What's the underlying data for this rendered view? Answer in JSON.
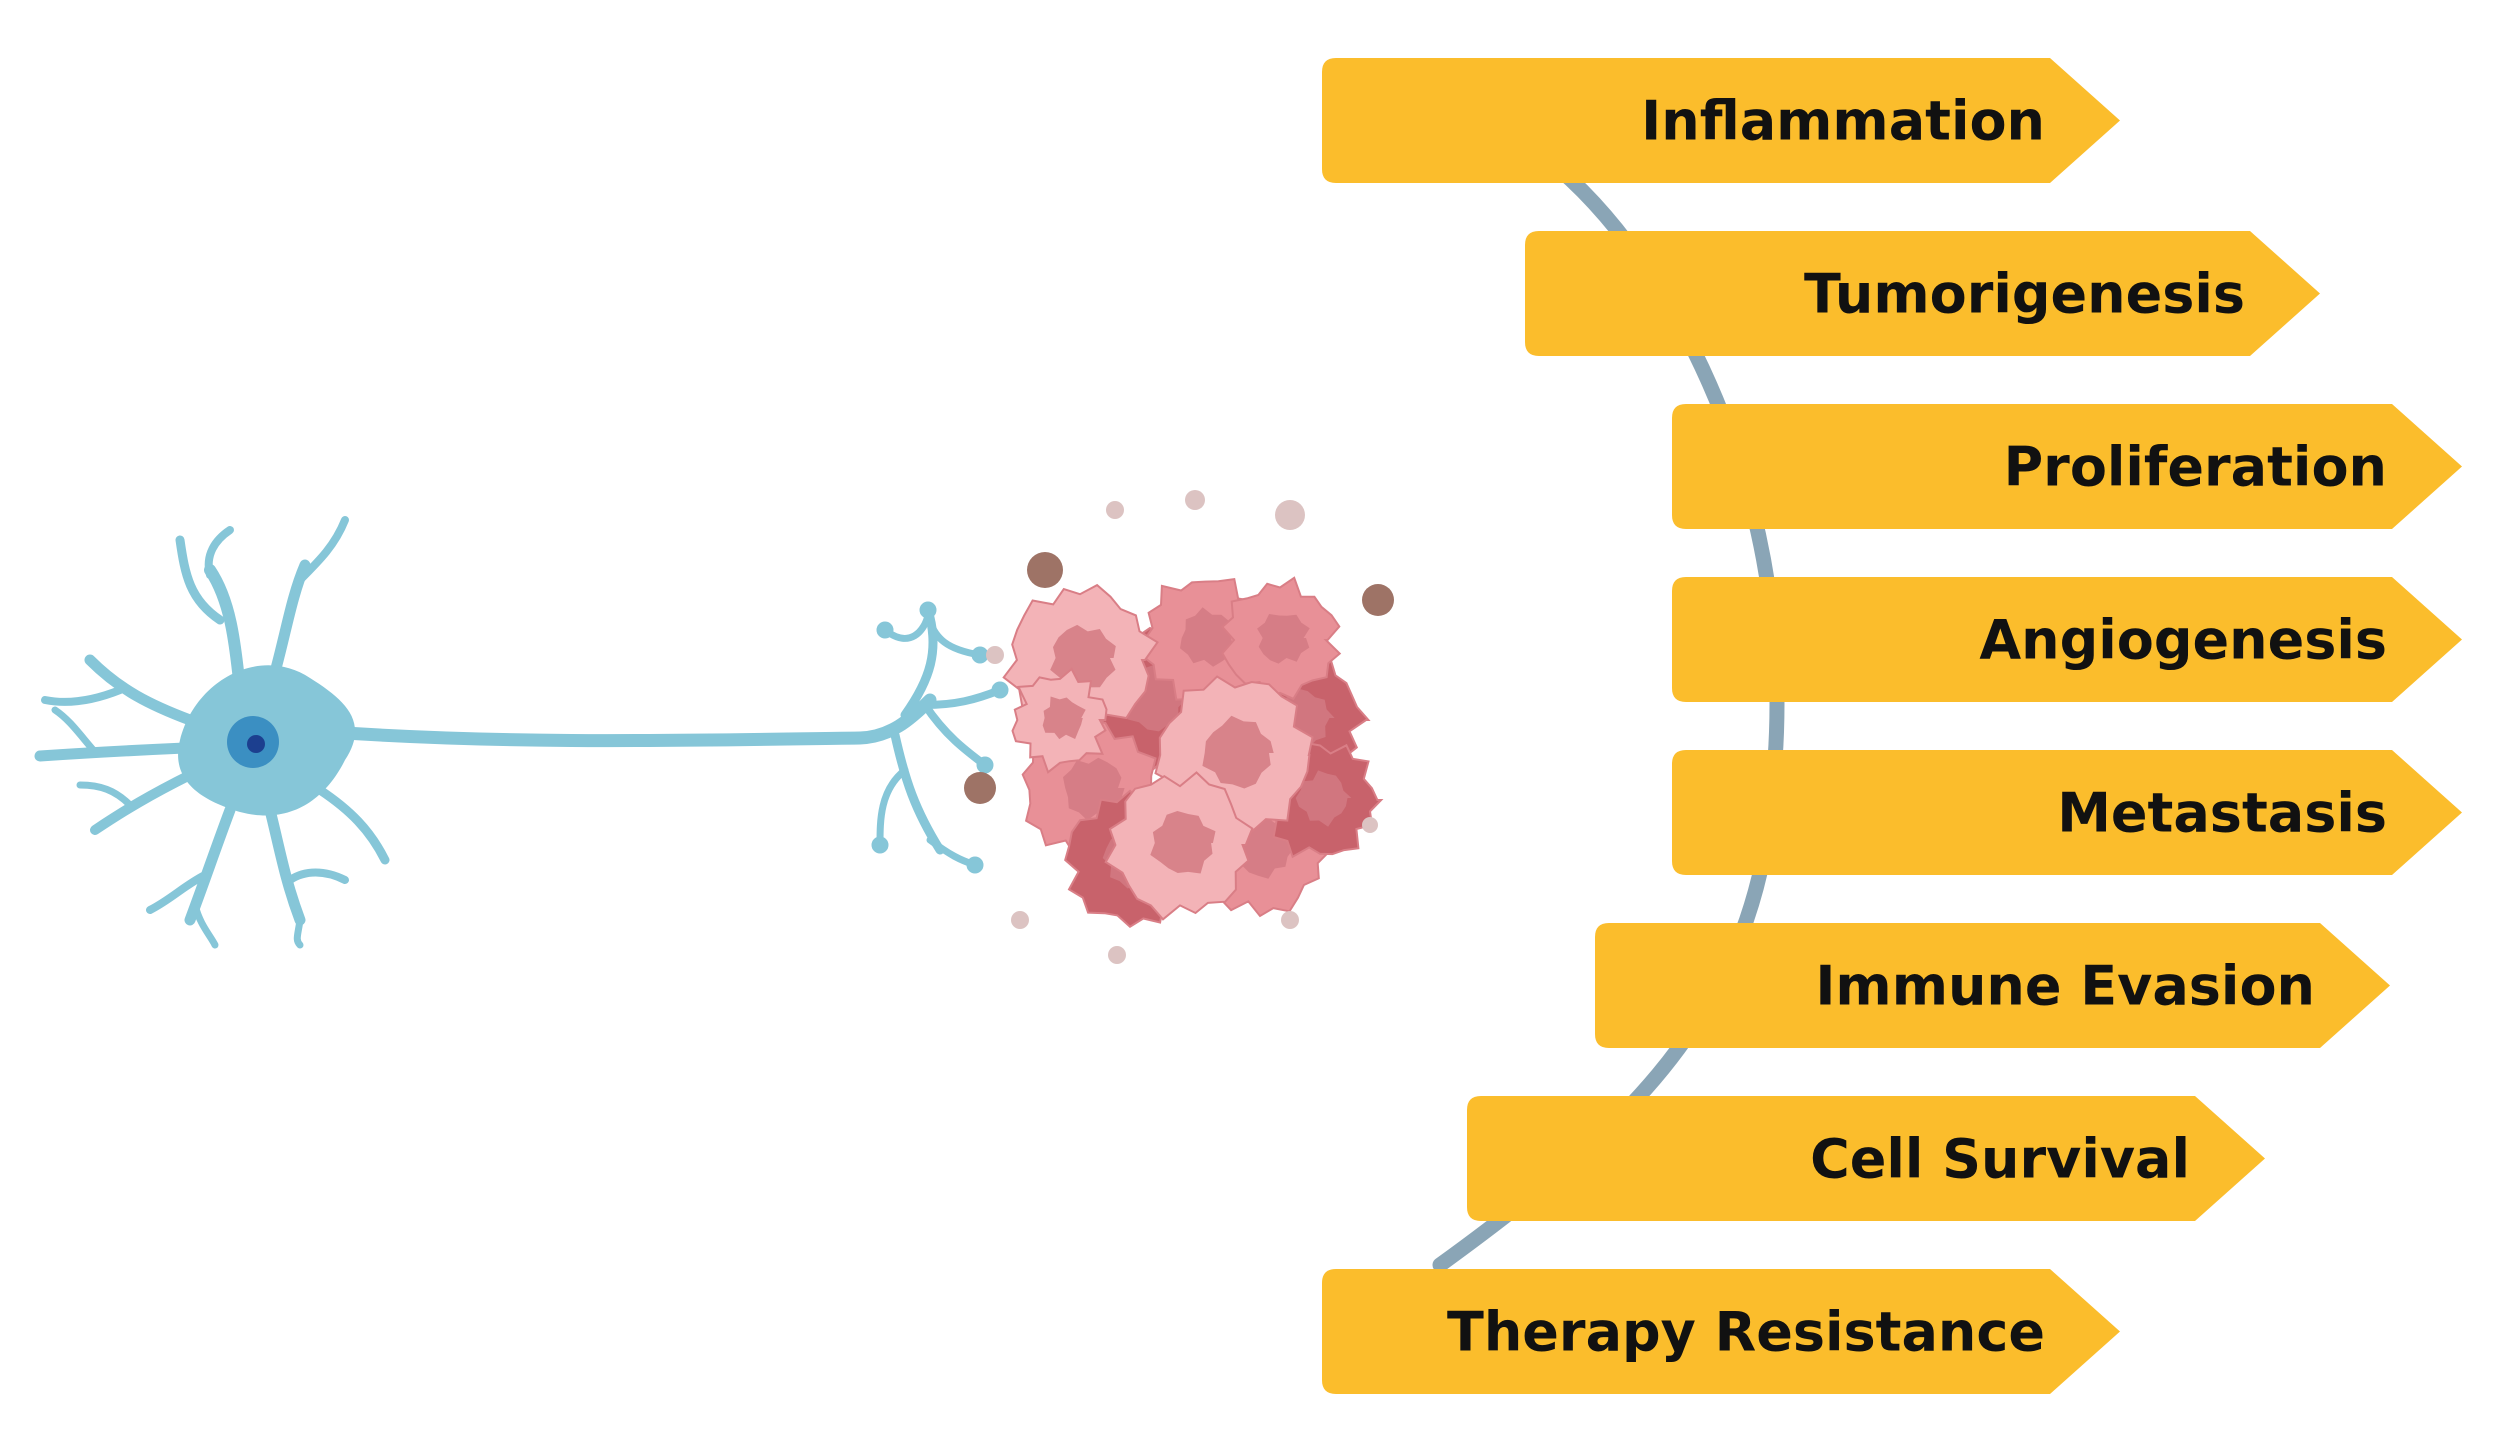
{
  "colors": {
    "neuron": "#86c6d8",
    "neuron_stroke": "#6fb3c8",
    "nucleus": "#3b8fc2",
    "nucleolus": "#1c3f8f",
    "cell_light": "#f3b3b7",
    "cell_mid": "#e89097",
    "cell_dark": "#c8626b",
    "cell_nucleus": "#d27a82",
    "tag_fill": "#fbbd2c",
    "tag_text": "#111111",
    "arc": "#8aa5b6",
    "dot_light": "#dcc3c2",
    "dot_dark": "#9e7366"
  },
  "icons": {
    "neuron": "neuron-icon",
    "tumor": "tumor-cell-cluster-icon"
  },
  "hallmarks": [
    "Inflammation",
    "Tumorigenesis",
    "Proliferation",
    "Angiogenesis",
    "Metastasis",
    "Immune Evasion",
    "Cell Survival",
    "Therapy Resistance"
  ]
}
